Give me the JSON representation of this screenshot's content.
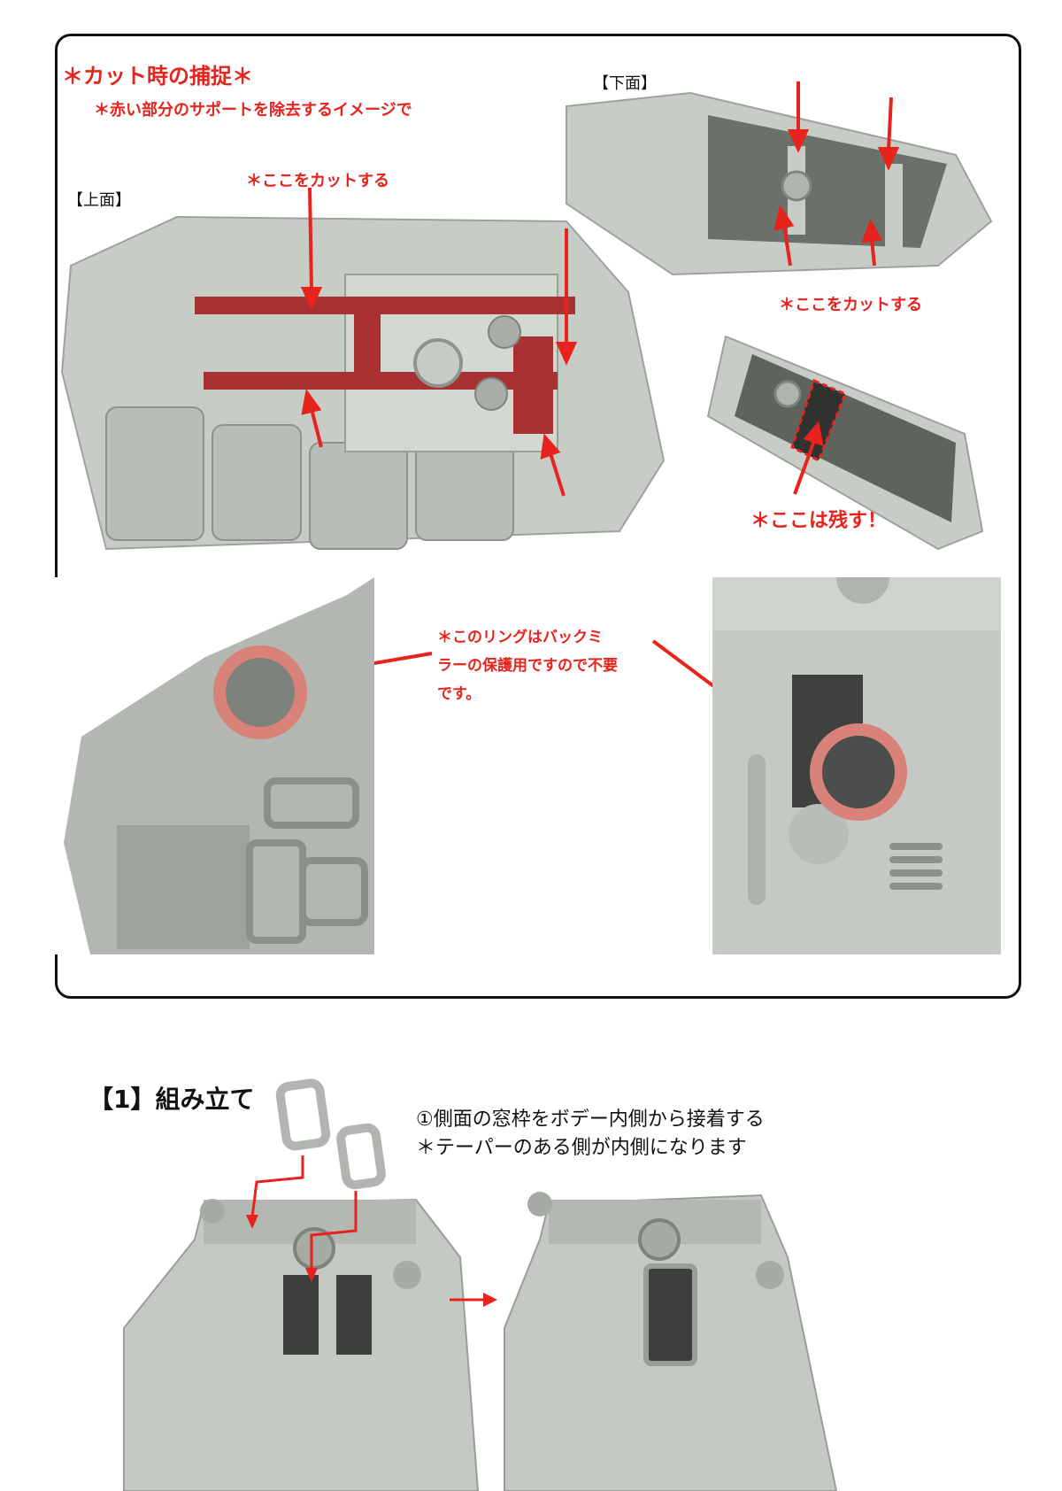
{
  "capture_box": {
    "title": "＊カット時の捕捉＊",
    "subtitle": "＊赤い部分のサポートを除去するイメージで",
    "top_view_label": "【上面】",
    "bottom_view_label": "【下面】",
    "cut_here_top": "＊ここをカットする",
    "cut_here_bottom": "＊ここをカットする",
    "keep_here": "＊ここは残す！",
    "ring_note_lines": [
      "＊このリングはバックミ",
      "ラーの保護用ですので不要",
      "です。"
    ]
  },
  "assembly": {
    "heading": "【1】組み立て",
    "step1_line1": "①側面の窓枠をボデー内側から接着する",
    "step1_line2": "＊テーパーのある側が内側になります"
  },
  "colors": {
    "annotation_red": "#e8221c",
    "support_red": "#a83232",
    "ring_pink": "#d9827a",
    "part_gray": "#c2c6c1"
  }
}
